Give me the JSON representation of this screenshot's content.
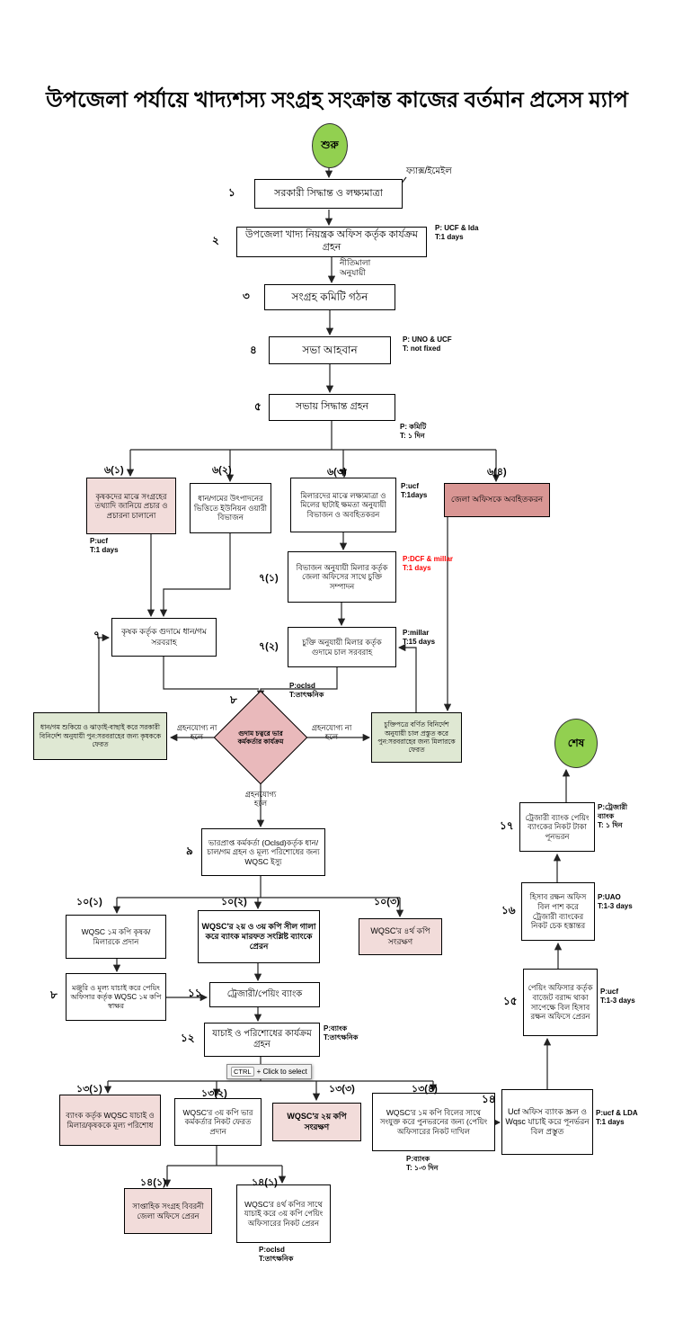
{
  "title": "উপজেলা পর্যায়ে খাদ্যশস্য সংগ্রহ সংক্রান্ত কাজের বর্তমান প্রসেস ম্যাপ",
  "colors": {
    "terminator_fill": "#92d050",
    "decision_fill": "#e9b9bb",
    "soft_pink_fill": "#f2dcda",
    "rose_fill": "#d99694",
    "soft_green_fill": "#dfe8d3",
    "alert_text": "#ff0000"
  },
  "terminators": {
    "start": "শুরু",
    "end": "শেষ"
  },
  "tooltip": {
    "key": "CTRL",
    "rest": "+ Click to select"
  },
  "edge_labels": {
    "fax_email": "ফ্যাক্স/ইমেইল",
    "policy": "নীতিমালা\nঅনুযায়ী",
    "reject_left": "গ্রহনযোগ্য না\nহলে",
    "reject_right": "গ্রহনযোগ্য না\nহলে",
    "accept": "গ্রহনযোগ্য\nহলে"
  },
  "nodes": {
    "s1": {
      "num": "১",
      "label": "সরকারী সিদ্ধান্ত ও লক্ষ্যমাত্রা"
    },
    "s2": {
      "num": "২",
      "label": "উপজেলা খাদ্য নিয়ন্ত্রক অফিস কর্তৃক কার্যক্রম গ্রহন",
      "ann": "P: UCF & lda\nT:1 days"
    },
    "s3": {
      "num": "৩",
      "label": "সংগ্রহ কমিটি গঠন"
    },
    "s4": {
      "num": "৪",
      "label": "সভা আহবান",
      "ann": "P: UNO & UCF\nT: not fixed"
    },
    "s5": {
      "num": "৫",
      "label": "সভায় সিদ্ধান্ত গ্রহন",
      "ann": "P: কমিটি\nT: ১ দিন"
    },
    "s6_1": {
      "num": "৬(১)",
      "label": "কৃষকদের মাঝে সংগ্রহের তথ্যাদি জানিয়ে প্রচার ও প্রচারনা চালানো",
      "ann": "P:ucf\nT:1 days"
    },
    "s6_2": {
      "num": "৬(২)",
      "label": "ধান/গমের উৎপাদনের ভিত্তিতে ইউনিয়ন ওয়ারী বিভাজন"
    },
    "s6_3": {
      "num": "৬(৩)",
      "label": "মিলারদের মাঝে লক্ষ্যমাত্রা ও মিলের ছাটাই ক্ষমতা অনুযায়ী বিভাজন ও অবহিতকরন",
      "ann": "P:ucf\nT:1days"
    },
    "s6_4": {
      "num": "৬(৪)",
      "label": "জেলা অফিসকে অবহিতকরন"
    },
    "s7_1": {
      "num": "৭(১)",
      "label": "বিভাজন অনুযায়ী মিলার কর্তৃক জেলা অফিসের সাথে চুক্তি সম্পাদন",
      "ann": "P:DCF & millar\nT:1 days"
    },
    "s7_2": {
      "num": "৭(২)",
      "label": "চুক্তি অনুযায়ী মিলার কর্তৃক গুদামে চাল সরবরাহ",
      "ann": "P:millar\nT:15 days"
    },
    "s7": {
      "num": "৭",
      "label": "কৃষক কর্তৃক গুদামে ধান/গম সরবরাহ"
    },
    "s8_decision": {
      "num": "৮",
      "label": "গুদাম চত্বরে ভার কর্মকর্তার কার্যক্রম",
      "ann": "P:oclsd\nT:তাৎক্ষনিক"
    },
    "reject_farmer": {
      "label": "ধান/গম শুকিয়ে ও ঝাড়াই-বাছাই করে সরকারী বিনির্দেশ অনুযায়ী পুন:সরবরাহের জন্য কৃষককে ফেরত"
    },
    "reject_miller": {
      "label": "চুক্তিপত্রে বর্ণিত বিনির্দেশ অনুযায়ী চাল প্রস্তুত করে পুন:সরবরাহের জন্য মিলারকে ফেরত"
    },
    "s9": {
      "num": "৯",
      "label": "ভারপ্রাপ্ত কর্মকর্তা (Oclsd)কর্তৃক ধান/চাল/গম গ্রহন ও মূল্য পরিশোধের জন্য WQSC ইস্যু"
    },
    "s10_1": {
      "num": "১০(১)",
      "label": "WQSC ১ম কপি কৃষক/মিলারকে প্রদান"
    },
    "s10_2": {
      "num": "১০(২)",
      "label": "WQSC'র ২য় ও ৩য় কপি সীল গালা করে ব্যাংক মারফত সংশ্লিষ্ট ব্যাংকে প্রেরন"
    },
    "s10_3": {
      "num": "১০(৩)",
      "label": "WQSC'র ৪র্থ কপি সংরক্ষণ"
    },
    "s8_sign": {
      "num": "৮",
      "label": "মঞ্জুরি ও মূল্য যাচাই করে পেয়িং অফিসার কর্তৃক WQSC ১ম কপি স্বাক্ষর"
    },
    "s11": {
      "num": "১১",
      "label": "ট্রেজারী/পেয়িং ব্যাংক"
    },
    "s12": {
      "num": "১২",
      "label": "যাচাই ও পরিশোধের কার্যক্রম গ্রহন",
      "ann": "P:ব্যাংক\nT:তাৎক্ষনিক"
    },
    "s13_1": {
      "num": "১৩(১)",
      "label": "ব্যাংক কর্তৃক WQSC যাচাই ও মিলার/কৃষককে মূল্য পরিশোধ"
    },
    "s13_2": {
      "num": "১৩(২)",
      "label": "WQSC'র ৩য় কপি ভার কর্মকর্তার নিকট ফেরত প্রদান"
    },
    "s13_3": {
      "num": "১৩(৩)",
      "label": "WQSC'র ২য় কপি সংরক্ষণ"
    },
    "s13_4": {
      "num": "১৩(৪)",
      "label": "WQSC'র ১ম কপি বিলের সাথে সংযুক্ত করে পুনভরনের জন্য (পেয়িং অফিসারের নিকট দাখিল",
      "ann": "P:ব্যাংক\nT: ১-৩ দিন"
    },
    "s14": {
      "num": "১৪",
      "label": "Ucf অফিস ব্যাংক স্ক্রল ও Wqsc যাচাই করে পূনর্ভরন বিল প্রস্তুত",
      "ann": "P:ucf & LDA\nT:1 days"
    },
    "s14_1a": {
      "num": "১৪(১)",
      "label": "সাপ্তাহিক সংগ্রহ বিবরনী জেলা অফিসে প্রেরন"
    },
    "s14_1b": {
      "num": "১৪(১)",
      "label": "WQSC'র ৪র্থ কপির সাথে যাচাই করে ৩য় কপি পেয়িং অফিসারের নিকট প্রেরন",
      "ann": "P:oclsd\nT:তাৎক্ষনিক"
    },
    "s15": {
      "num": "১৫",
      "label": "পেয়িং অফিসার কর্তৃক বাজেট বরাদ্দ থাকা সাপেক্ষে বিল হিসাব রক্ষন অফিসে প্রেরন",
      "ann": "P:ucf\nT:1-3 days"
    },
    "s16": {
      "num": "১৬",
      "label": "হিসাব রক্ষন অফিস বিল পাশ করে ট্রেজারী ব্যাংকের নিকট চেক হস্তান্তর",
      "ann": "P:UAO\nT:1-3 days"
    },
    "s17": {
      "num": "১৭",
      "label": "ট্রেজারী ব্যাংক পেয়িং ব্যাংকের নিকট টাকা পূনভরন",
      "ann": "P:ট্রেজারী\nব্যাংক\nT: ১ দিন"
    }
  }
}
